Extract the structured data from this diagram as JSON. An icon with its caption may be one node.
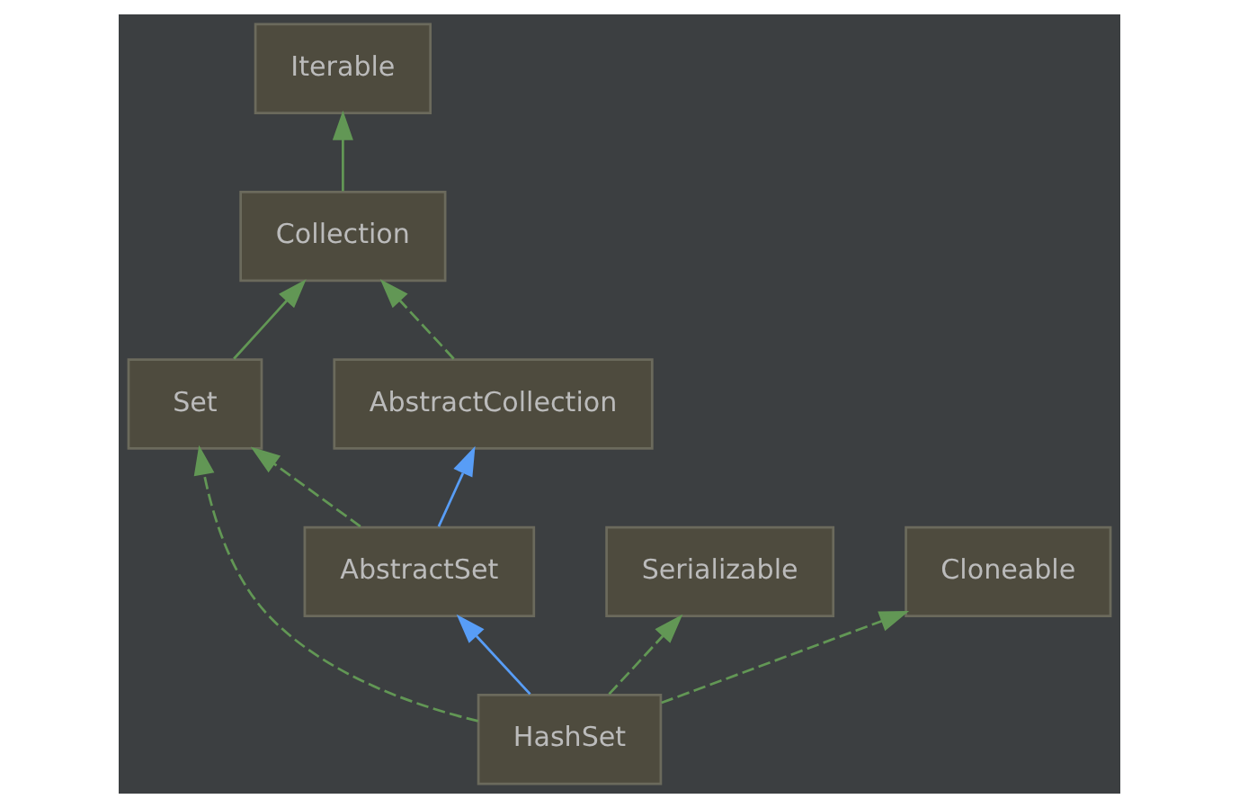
{
  "diagram": {
    "nodes": [
      {
        "text": [
          "Iterable"
        ]
      },
      {
        "text": [
          "Collection"
        ]
      },
      {
        "text": [
          "AbstractCollection"
        ]
      },
      {
        "text": [
          "Set"
        ]
      },
      {
        "text": [
          "AbstractSet"
        ]
      },
      {
        "text": [
          "Serializable"
        ]
      },
      {
        "text": [
          "Cloneable"
        ]
      },
      {
        "text": [
          "HashSet"
        ]
      }
    ],
    "edges": [
      {
        "from": 1,
        "to": 0,
        "arrow": "to"
      },
      {
        "from": 2,
        "to": 1,
        "arrow": "to",
        "style": "dashed"
      },
      {
        "from": 3,
        "to": 1,
        "arrow": "to"
      },
      {
        "from": 4,
        "to": 2,
        "arrow": "to",
        "color": "#589df6"
      },
      {
        "from": 4,
        "to": 3,
        "arrow": "to",
        "style": "dashed"
      },
      {
        "from": 7,
        "to": 4,
        "arrow": "to",
        "color": "#589df6"
      },
      {
        "from": 7,
        "to": 3,
        "arrow": "to",
        "style": "dashed"
      },
      {
        "from": 7,
        "to": 5,
        "arrow": "to",
        "style": "dashed"
      },
      {
        "from": 7,
        "to": 6,
        "arrow": "to",
        "style": "dashed"
      }
    ]
  }
}
